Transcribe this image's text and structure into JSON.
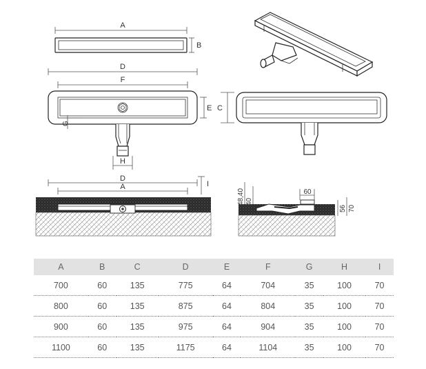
{
  "labels": {
    "A": "A",
    "B": "B",
    "C": "C",
    "D": "D",
    "E": "E",
    "F": "F",
    "G": "G",
    "H": "H",
    "I": "I"
  },
  "section_dims": {
    "d1": "48,40",
    "d2": "40",
    "d3": "60",
    "d4": "56",
    "d5": "70"
  },
  "table": {
    "headers": [
      "A",
      "B",
      "C",
      "D",
      "E",
      "F",
      "G",
      "H",
      "I"
    ],
    "rows": [
      [
        "700",
        "60",
        "135",
        "775",
        "64",
        "704",
        "35",
        "100",
        "70"
      ],
      [
        "800",
        "60",
        "135",
        "875",
        "64",
        "804",
        "35",
        "100",
        "70"
      ],
      [
        "900",
        "60",
        "135",
        "975",
        "64",
        "904",
        "35",
        "100",
        "70"
      ],
      [
        "1100",
        "60",
        "135",
        "1175",
        "64",
        "1104",
        "35",
        "100",
        "70"
      ]
    ]
  }
}
